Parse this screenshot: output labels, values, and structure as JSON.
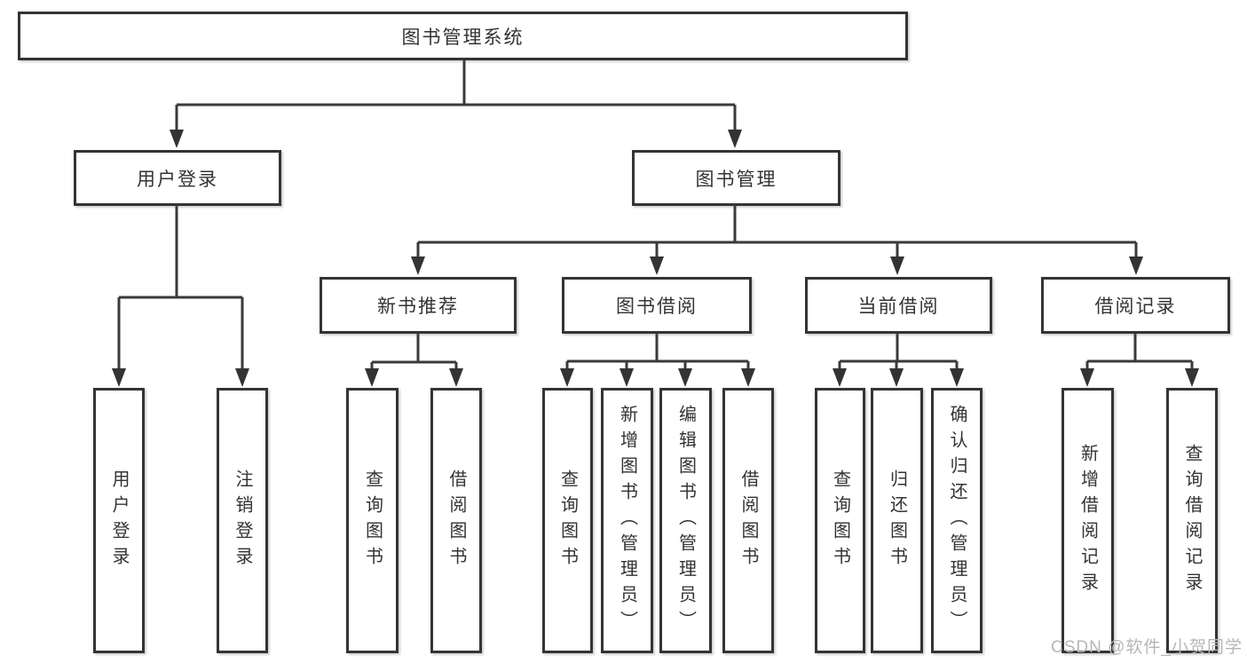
{
  "diagram_title": "图书管理系统",
  "colors": {
    "line": "#3a3a3a",
    "box_border": "#343434",
    "text": "#333333",
    "watermark": "#b6b6b6",
    "background": "#ffffff"
  },
  "watermark": "CSDN @软件_小贺同学",
  "tree": {
    "label": "图书管理系统",
    "children": [
      {
        "label": "用户登录",
        "children": [
          {
            "label": "用户登录"
          },
          {
            "label": "注销登录"
          }
        ]
      },
      {
        "label": "图书管理",
        "children": [
          {
            "label": "新书推荐",
            "children": [
              {
                "label": "查询图书"
              },
              {
                "label": "借阅图书"
              }
            ]
          },
          {
            "label": "图书借阅",
            "children": [
              {
                "label": "查询图书"
              },
              {
                "label": "新增图书（管理员）"
              },
              {
                "label": "编辑图书（管理员）"
              },
              {
                "label": "借阅图书"
              }
            ]
          },
          {
            "label": "当前借阅",
            "children": [
              {
                "label": "查询图书"
              },
              {
                "label": "归还图书"
              },
              {
                "label": "确认归还（管理员）"
              }
            ]
          },
          {
            "label": "借阅记录",
            "children": [
              {
                "label": "新增借阅记录"
              },
              {
                "label": "查询借阅记录"
              }
            ]
          }
        ]
      }
    ]
  }
}
